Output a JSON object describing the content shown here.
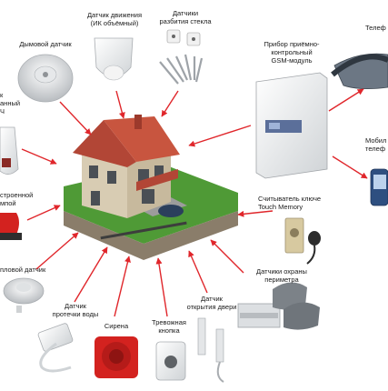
{
  "labels": {
    "motion_sensor": "Датчик движения\n(ИК объёмный)",
    "glass_break_sensor": "Датчики\nразбития стекла",
    "smoke_detector": "Дымовой датчик",
    "telephone": "Телеф",
    "gsm_panel": "Прибор приёмно-\nконтрольный\nGSM-модуль",
    "mobile_phone": "Мобил\nтелеф",
    "left_sensor_partial": "к\nанный\nЧ",
    "strobe_partial": "строенной\nмпой",
    "touch_memory_reader": "Считыватель ключе\nTouch Memory",
    "heat_sensor_partial": "пловой датчик",
    "water_leak_sensor": "Датчик\nпротечки воды",
    "siren": "Сирена",
    "panic_button": "Тревожная\nкнопка",
    "door_sensor": "Датчик\nоткрытия двери",
    "perimeter_sensors": "Датчики охраны\nпериметра"
  },
  "colors": {
    "arrow": "#e0262b",
    "roof": "#b94a38",
    "wall": "#d9cdb6",
    "lawn": "#5aa63c",
    "panel": "#eeeeee",
    "siren_red": "#d3221f"
  }
}
